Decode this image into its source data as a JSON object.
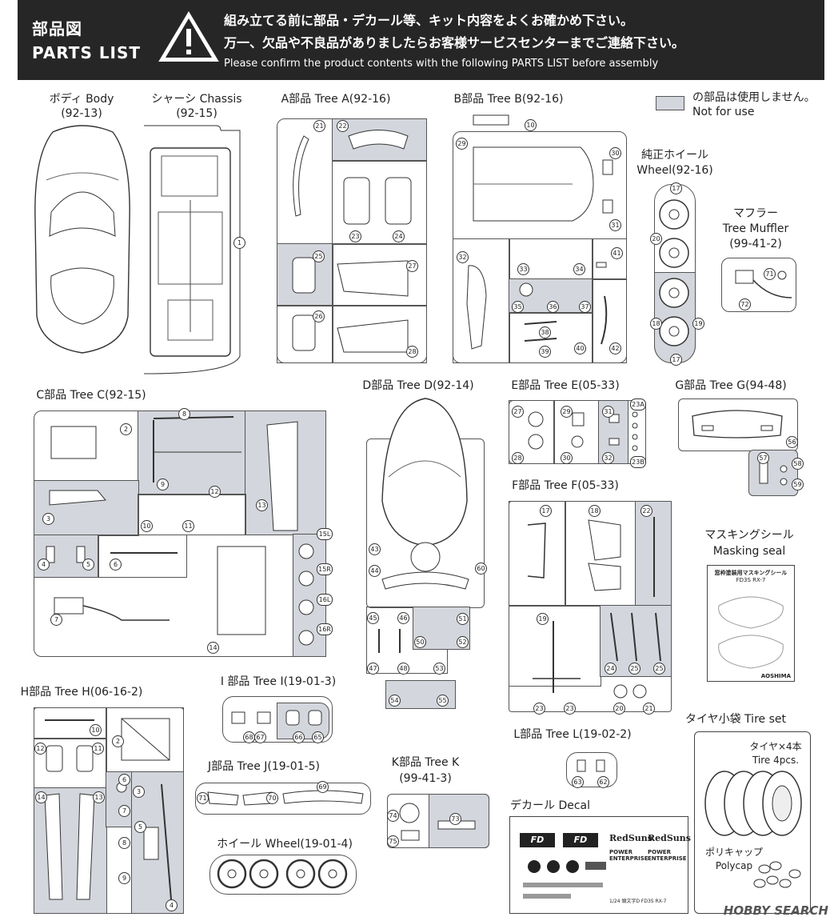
{
  "header": {
    "title_jp": "部品図",
    "title_en": "PARTS LIST",
    "warning_jp_1": "組み立てる前に部品・デカール等、キット内容をよくお確かめ下さい。",
    "warning_jp_2": "万一、欠品や不良品がありましたらお客様サービスセンターまでご連絡下さい。",
    "warning_en": "Please confirm the product contents with the following PARTS LIST before assembly"
  },
  "legend": {
    "jp": "の部品は使用しません。",
    "en": "Not for use"
  },
  "sections": {
    "body": {
      "line1": "ボディ Body",
      "line2": "(92-13)"
    },
    "chassis": {
      "line1": "シャーシ Chassis",
      "line2": "(92-15)"
    },
    "tree_a": "A部品 Tree A(92-16)",
    "tree_b": "B部品 Tree B(92-16)",
    "wheel": {
      "line1": "純正ホイール",
      "line2": "Wheel(92-16)"
    },
    "muffler": {
      "line1": "マフラー",
      "line2": "Tree Muffler",
      "line3": "(99-41-2)"
    },
    "tree_c": "C部品 Tree C(92-15)",
    "tree_d": "D部品 Tree D(92-14)",
    "tree_e": "E部品 Tree E(05-33)",
    "tree_g": "G部品 Tree G(94-48)",
    "tree_f": "F部品 Tree F(05-33)",
    "masking": {
      "line1": "マスキングシール",
      "line2": "Masking seal"
    },
    "tree_h": "H部品 Tree H(06-16-2)",
    "tree_i": "I 部品 Tree I(19-01-3)",
    "tree_j": "J部品 Tree J(19-01-5)",
    "tree_k": {
      "line1": "K部品 Tree K",
      "line2": "(99-41-3)"
    },
    "tree_l": "L部品 Tree L(19-02-2)",
    "wheel2": "ホイール Wheel(19-01-4)",
    "decal": "デカール Decal",
    "tire_set": "タイヤ小袋 Tire set",
    "tires": {
      "line1": "タイヤ×4本",
      "line2": "Tire 4pcs."
    },
    "polycap": {
      "line1": "ポリキャップ",
      "line2": "Polycap"
    }
  },
  "decal_text": {
    "brand1": "RedSuns",
    "brand2": "RedSuns",
    "pe1": "POWER ENTERPRISE",
    "pe2": "POWER ENTERPRISE",
    "fd_logo": "FD",
    "footer": "1/24 頭文字D FD3S RX-7"
  },
  "masking_text": {
    "title": "窓枠塗装用マスキングシール",
    "sub": "FD3S RX-7",
    "maker": "AOSHIMA"
  },
  "part_numbers": {
    "chassis": [
      "1"
    ],
    "a": [
      "21",
      "22",
      "23",
      "24",
      "25",
      "27",
      "26",
      "28"
    ],
    "b": [
      "10",
      "29",
      "30",
      "31",
      "32",
      "33",
      "34",
      "41",
      "35",
      "36",
      "37",
      "38",
      "39",
      "40",
      "42"
    ],
    "wheel": [
      "17",
      "20",
      "18",
      "19",
      "17"
    ],
    "muffler": [
      "71",
      "72"
    ],
    "c": [
      "2",
      "8",
      "9",
      "12",
      "10",
      "11",
      "13",
      "3",
      "4",
      "5",
      "6",
      "7",
      "14",
      "15L",
      "15R",
      "16L",
      "16R"
    ],
    "d": [
      "43",
      "44",
      "60",
      "45",
      "46",
      "51",
      "50",
      "52",
      "47",
      "48",
      "53",
      "54",
      "55"
    ],
    "e": [
      "27",
      "29",
      "31",
      "23A",
      "28",
      "30",
      "32",
      "23B"
    ],
    "g": [
      "56",
      "57",
      "58",
      "59"
    ],
    "f": [
      "17",
      "18",
      "22",
      "19",
      "24",
      "25",
      "25",
      "23",
      "23",
      "20",
      "21"
    ],
    "h": [
      "10",
      "2",
      "12",
      "11",
      "6",
      "7",
      "3",
      "5",
      "8",
      "14",
      "13",
      "9",
      "4"
    ],
    "i": [
      "68",
      "67",
      "66",
      "65"
    ],
    "j": [
      "71",
      "70",
      "69"
    ],
    "k": [
      "74",
      "73",
      "75"
    ],
    "l": [
      "63",
      "62"
    ]
  },
  "watermark": "HOBBY SEARCH"
}
